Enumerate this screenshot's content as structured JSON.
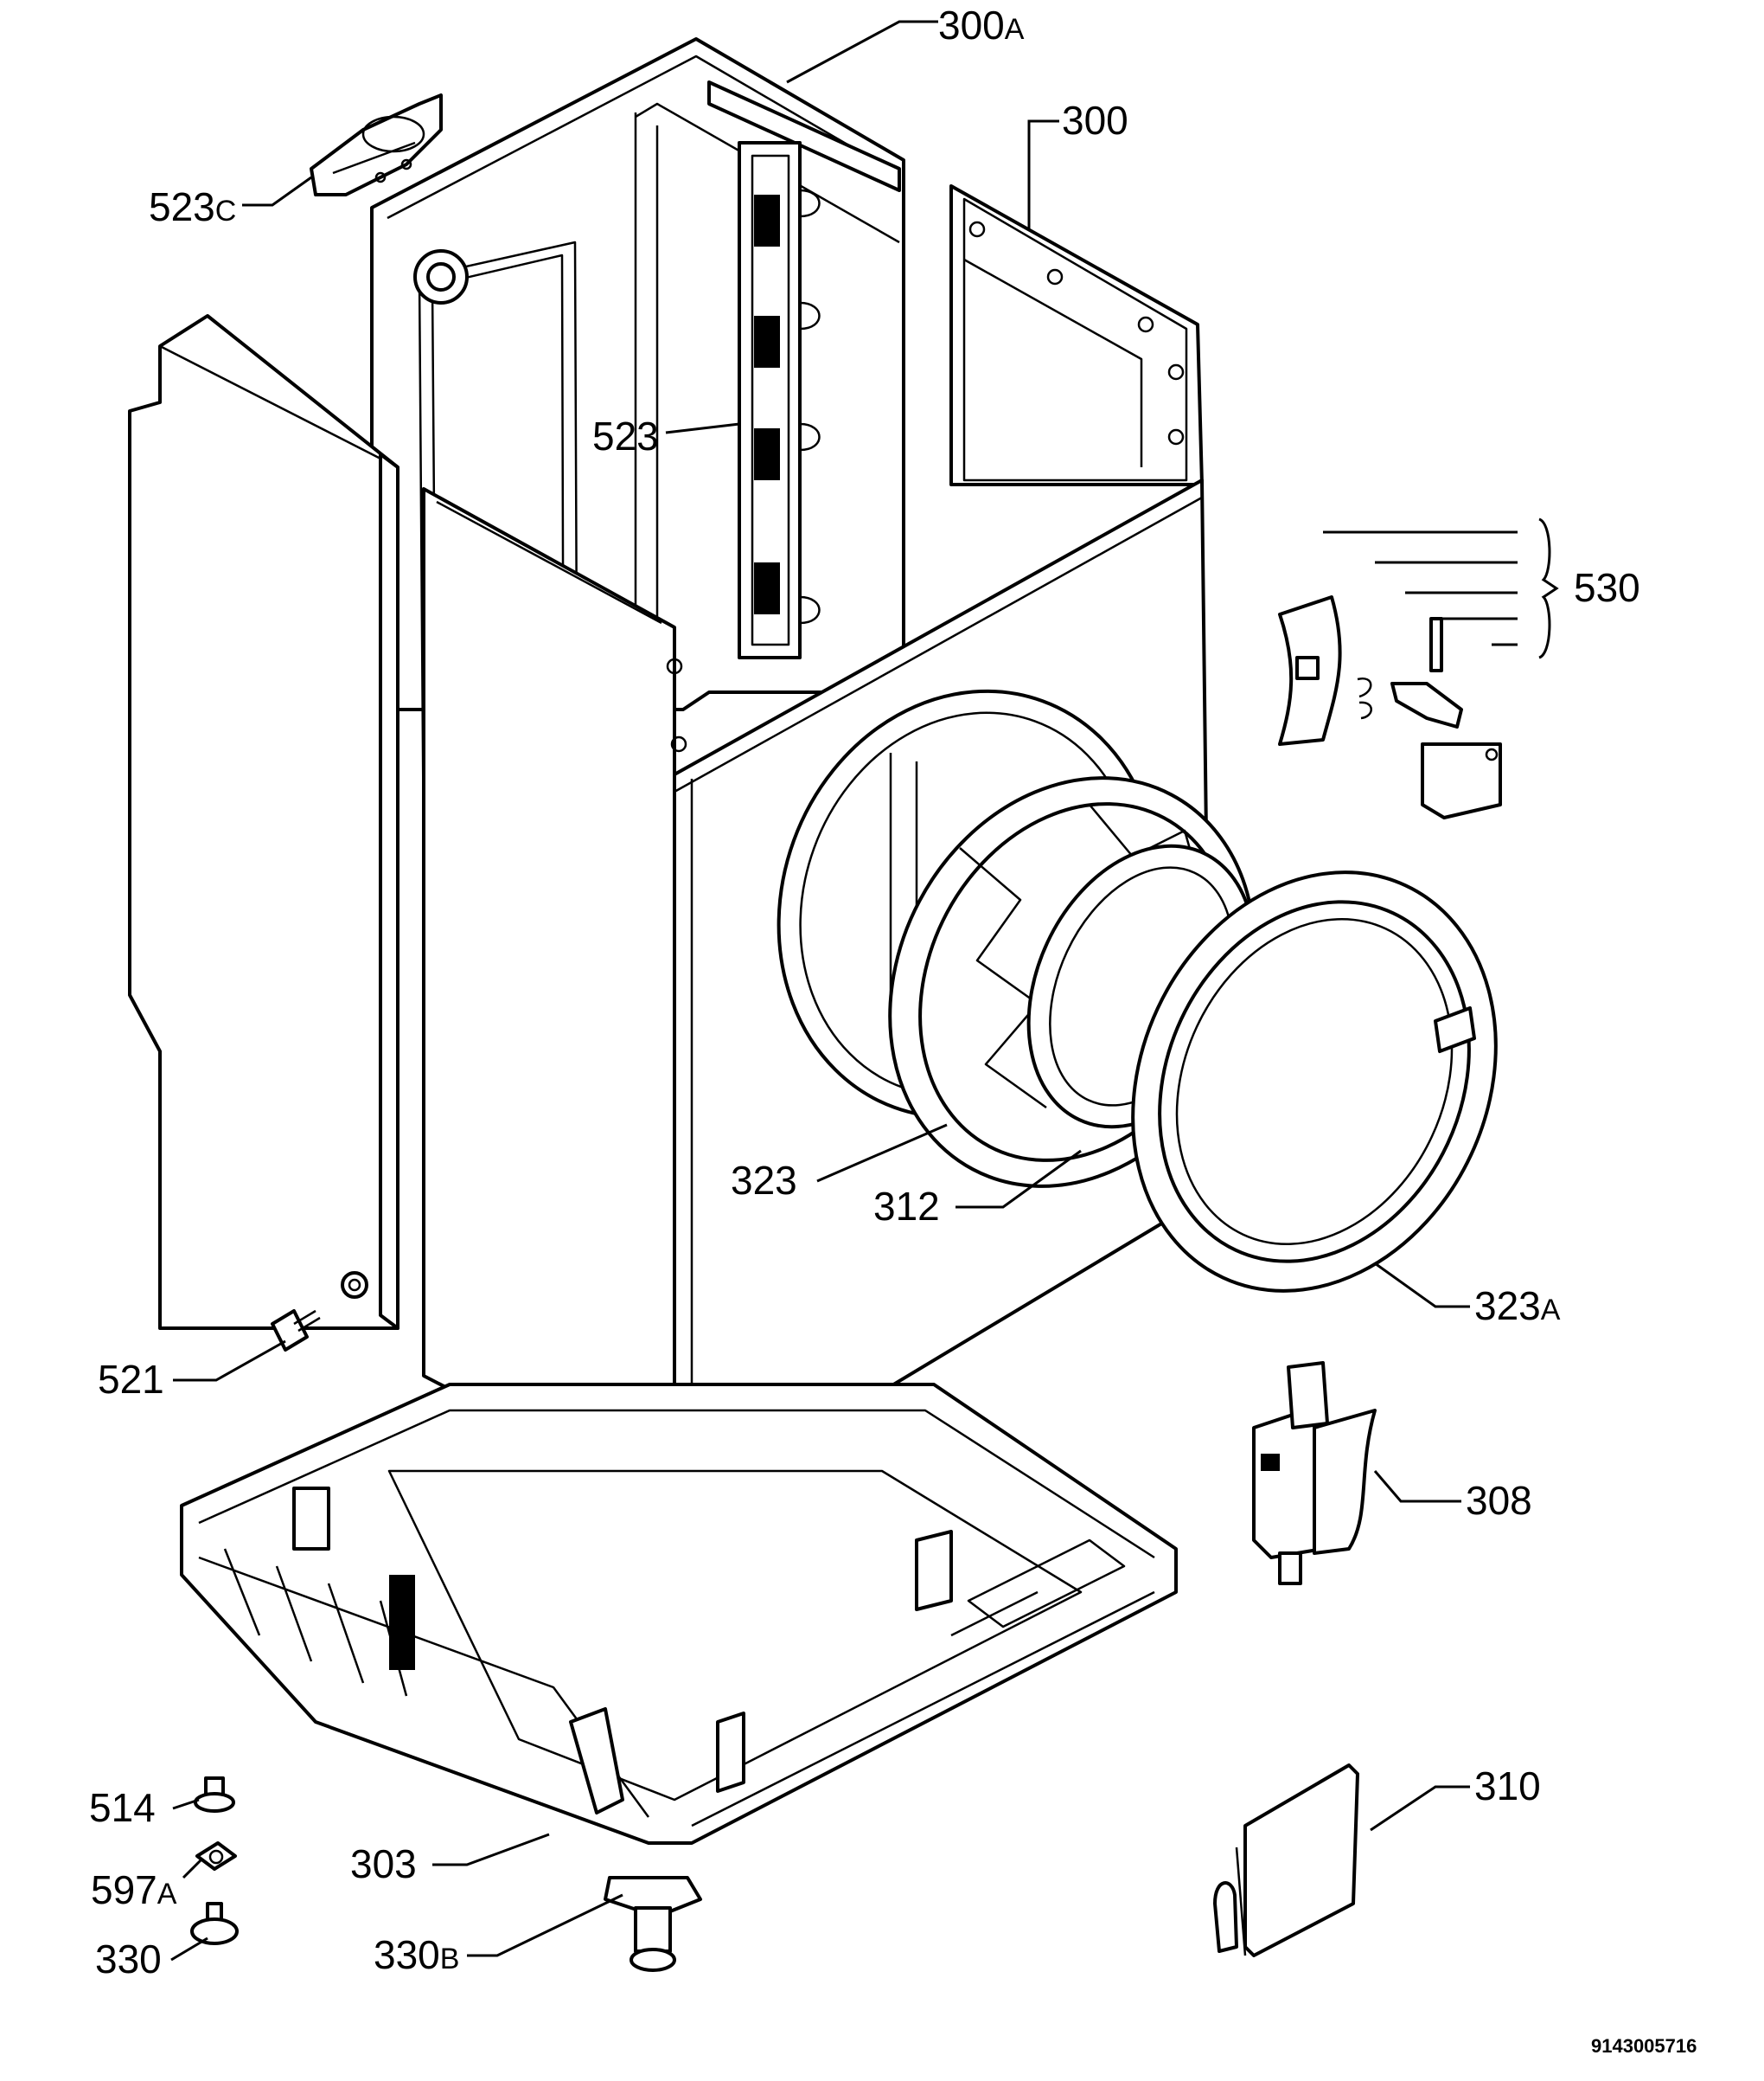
{
  "diagram": {
    "labels": [
      {
        "id": "300A",
        "num": "300",
        "suffix": "A"
      },
      {
        "id": "300",
        "num": "300",
        "suffix": ""
      },
      {
        "id": "523C",
        "num": "523",
        "suffix": "C"
      },
      {
        "id": "523",
        "num": "523",
        "suffix": ""
      },
      {
        "id": "530",
        "num": "530",
        "suffix": ""
      },
      {
        "id": "323",
        "num": "323",
        "suffix": ""
      },
      {
        "id": "312",
        "num": "312",
        "suffix": ""
      },
      {
        "id": "323A",
        "num": "323",
        "suffix": "A"
      },
      {
        "id": "521",
        "num": "521",
        "suffix": ""
      },
      {
        "id": "308",
        "num": "308",
        "suffix": ""
      },
      {
        "id": "310",
        "num": "310",
        "suffix": ""
      },
      {
        "id": "514",
        "num": "514",
        "suffix": ""
      },
      {
        "id": "597A",
        "num": "597",
        "suffix": "A"
      },
      {
        "id": "330",
        "num": "330",
        "suffix": ""
      },
      {
        "id": "303",
        "num": "303",
        "suffix": ""
      },
      {
        "id": "330B",
        "num": "330",
        "suffix": "B"
      }
    ],
    "drawing_code": "9143005716"
  }
}
